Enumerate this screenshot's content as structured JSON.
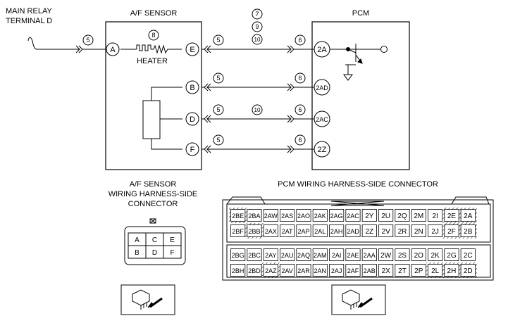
{
  "main_relay_label_1": "MAIN RELAY",
  "main_relay_label_2": "TERMINAL D",
  "af_sensor_title": "A/F SENSOR",
  "pcm_title": "PCM",
  "heater_label": "HEATER",
  "sensor_pins": [
    "A",
    "E",
    "B",
    "D",
    "F"
  ],
  "pcm_pins": [
    "2A",
    "2AD",
    "2AC",
    "2Z"
  ],
  "circled_numbers": {
    "wire_main": "5",
    "heater": "8",
    "top_7": "7",
    "top_9": "9",
    "top_10": "10",
    "e_left": "5",
    "e_right": "6",
    "b_left": "5",
    "b_right": "6",
    "d_left": "5",
    "d_mid": "10",
    "d_right": "6",
    "f_left": "5",
    "f_right": "6"
  },
  "af_connector_title": [
    "A/F SENSOR",
    "WIRING HARNESS-SIDE",
    "CONNECTOR"
  ],
  "af_connector_cells": [
    [
      "A",
      "C",
      "E"
    ],
    [
      "B",
      "D",
      "F"
    ]
  ],
  "pcm_connector_title": "PCM WIRING HARNESS-SIDE CONNECTOR",
  "pcm_connector_rows": [
    [
      "2BE",
      "2BA",
      "2AW",
      "2AS",
      "2AO",
      "2AK",
      "2AG",
      "2AC",
      "2Y",
      "2U",
      "2Q",
      "2M",
      "2I",
      "2E",
      "2A"
    ],
    [
      "2BF",
      "2BB",
      "2AX",
      "2AT",
      "2AP",
      "2AL",
      "2AH",
      "2AD",
      "2Z",
      "2V",
      "2R",
      "2N",
      "2J",
      "2F",
      "2B"
    ],
    [
      "2BG",
      "2BC",
      "2AY",
      "2AU",
      "2AQ",
      "2AM",
      "2AI",
      "2AE",
      "2AA",
      "2W",
      "2S",
      "2O",
      "2K",
      "2G",
      "2C"
    ],
    [
      "2BH",
      "2BD",
      "2AZ",
      "2AV",
      "2AR",
      "2AN",
      "2AJ",
      "2AF",
      "2AB",
      "2X",
      "2T",
      "2P",
      "2L",
      "2H",
      "2D"
    ]
  ]
}
